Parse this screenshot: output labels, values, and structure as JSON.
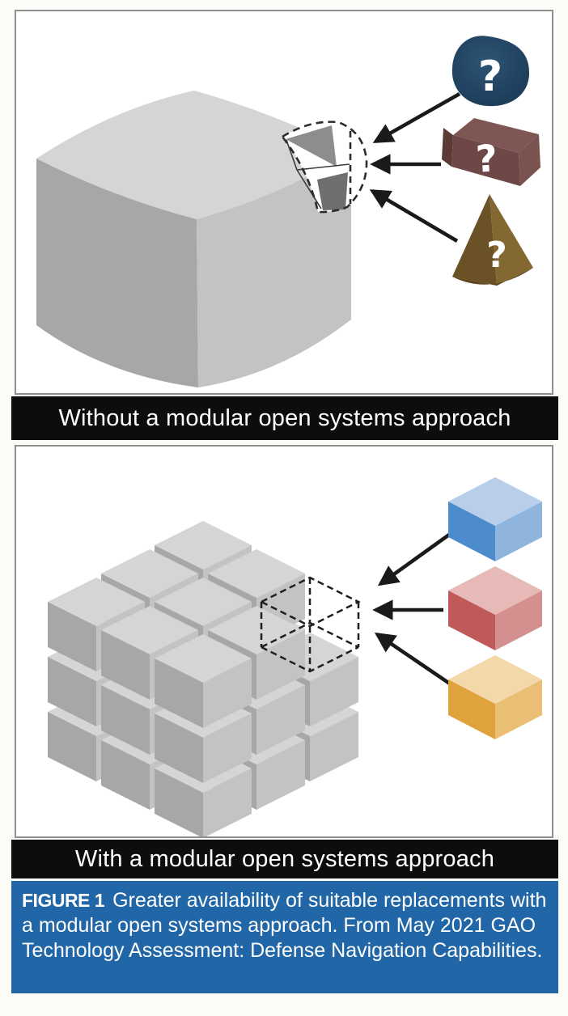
{
  "figure": {
    "top_panel": {
      "banner": "Without a modular open systems approach",
      "shapes": [
        {
          "id": "blob",
          "question_mark": "?"
        },
        {
          "id": "brick",
          "question_mark": "?"
        },
        {
          "id": "pyramid",
          "question_mark": "?"
        }
      ]
    },
    "bottom_panel": {
      "banner": "With a modular open systems approach",
      "replacement_cubes": [
        {
          "id": "blue",
          "top": "#b9cfe9",
          "left": "#4c8bcc",
          "right": "#8fb5dd"
        },
        {
          "id": "red",
          "top": "#e7b9b7",
          "left": "#bf5a58",
          "right": "#d3908e"
        },
        {
          "id": "orange",
          "top": "#f3d9aa",
          "left": "#e0a23c",
          "right": "#eabf75"
        }
      ]
    },
    "caption": {
      "label": "FIGURE 1",
      "text": "Greater availability of suitable replacements with a modular open systems approach. From May 2021 GAO Technology Assessment: Defense Navigation Capabilities."
    },
    "colors": {
      "banner_bg": "#0d0d0d",
      "banner_text": "#ffffff",
      "caption_bg": "#2166a6",
      "caption_text": "#ffffff",
      "frame_border": "#8f8f8f",
      "arrow": "#1a1a1a",
      "grey_cube_top": "#d5d5d5",
      "grey_cube_left": "#a7a7a7",
      "grey_cube_right": "#c3c3c3",
      "notch_dark_upper": "#8d8d8d",
      "notch_dark_lower": "#6f6f6f"
    }
  }
}
